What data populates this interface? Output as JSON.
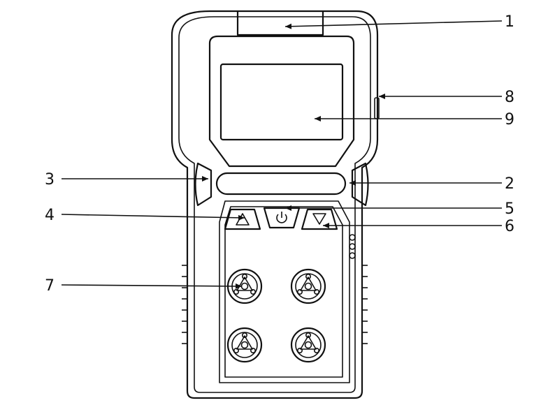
{
  "figure": {
    "device_name": "portable-gas-detector",
    "callouts": [
      {
        "id": "1",
        "label": "1"
      },
      {
        "id": "2",
        "label": "2"
      },
      {
        "id": "3",
        "label": "3"
      },
      {
        "id": "4",
        "label": "4"
      },
      {
        "id": "5",
        "label": "5"
      },
      {
        "id": "6",
        "label": "6"
      },
      {
        "id": "7",
        "label": "7"
      },
      {
        "id": "8",
        "label": "8"
      },
      {
        "id": "9",
        "label": "9"
      }
    ],
    "icons": {
      "up_button": "triangle-up-icon",
      "power_button": "power-icon",
      "down_button": "triangle-down-icon",
      "sensor_port": "sensor-grille-icon"
    },
    "colors": {
      "line": "#111111",
      "background": "#ffffff"
    }
  }
}
